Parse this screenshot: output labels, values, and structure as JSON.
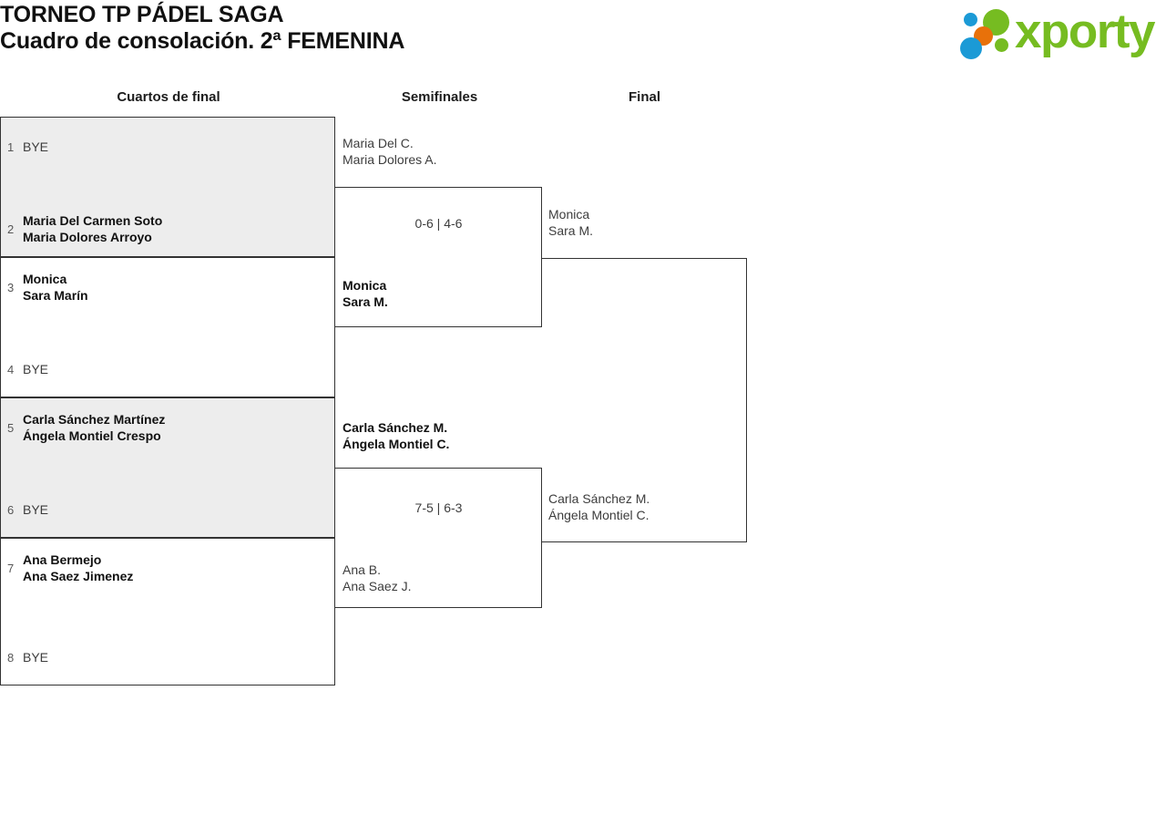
{
  "header": {
    "title_line_1": "TORNEO TP PÁDEL SAGA",
    "title_line_2": "Cuadro de consolación. 2ª FEMENINA",
    "logo_word": "xporty",
    "logo_colors": {
      "green": "#76bc21",
      "blue": "#1b9ad6",
      "orange": "#e8710a"
    }
  },
  "rounds": [
    {
      "label": "Cuartos de final"
    },
    {
      "label": "Semifinales"
    },
    {
      "label": "Final"
    }
  ],
  "quarterfinals": [
    {
      "shaded": true,
      "top": {
        "seed": "1",
        "line1": "BYE",
        "line2": "",
        "state": "bye"
      },
      "bottom": {
        "seed": "2",
        "line1": "Maria Del Carmen Soto",
        "line2": "Maria Dolores Arroyo",
        "state": "winner"
      }
    },
    {
      "shaded": false,
      "top": {
        "seed": "3",
        "line1": "Monica",
        "line2": "Sara Marín",
        "state": "winner"
      },
      "bottom": {
        "seed": "4",
        "line1": "BYE",
        "line2": "",
        "state": "bye"
      }
    },
    {
      "shaded": true,
      "top": {
        "seed": "5",
        "line1": "Carla Sánchez Martínez",
        "line2": "Ángela Montiel Crespo",
        "state": "winner"
      },
      "bottom": {
        "seed": "6",
        "line1": "BYE",
        "line2": "",
        "state": "bye"
      }
    },
    {
      "shaded": false,
      "top": {
        "seed": "7",
        "line1": "Ana Bermejo",
        "line2": "Ana Saez Jimenez",
        "state": "winner"
      },
      "bottom": {
        "seed": "8",
        "line1": "BYE",
        "line2": "",
        "state": "bye"
      }
    }
  ],
  "semifinals": [
    {
      "top": {
        "line1": "Maria Del C.",
        "line2": "Maria Dolores A.",
        "state": "loser"
      },
      "bottom": {
        "line1": "Monica",
        "line2": "Sara M.",
        "state": "winner"
      },
      "score": "0-6 | 4-6"
    },
    {
      "top": {
        "line1": "Carla Sánchez M.",
        "line2": "Ángela Montiel C.",
        "state": "winner"
      },
      "bottom": {
        "line1": "Ana B.",
        "line2": "Ana Saez J.",
        "state": "loser"
      },
      "score": "7-5 | 6-3"
    }
  ],
  "final": {
    "top": {
      "line1": "Monica",
      "line2": "Sara M.",
      "state": "loser"
    },
    "bottom": {
      "line1": "Carla Sánchez M.",
      "line2": "Ángela Montiel C.",
      "state": "loser"
    },
    "score": ""
  }
}
